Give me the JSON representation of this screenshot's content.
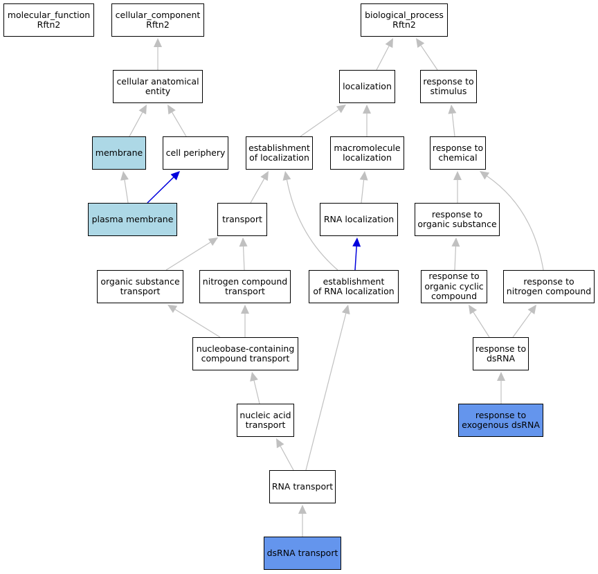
{
  "colors": {
    "edge_default": "#c0c0c0",
    "edge_highlight": "#0000dd",
    "node_fill": "#ffffff",
    "node_light_blue": "#add8e6",
    "node_blue": "#6495ed"
  },
  "nodes": {
    "mf_root": "molecular_function\nRftn2",
    "cc_root": "cellular_component\nRftn2",
    "bp_root": "biological_process\nRftn2",
    "cellular_anatomical_entity": "cellular anatomical\nentity",
    "localization": "localization",
    "response_to_stimulus": "response to\nstimulus",
    "membrane": "membrane",
    "cell_periphery": "cell periphery",
    "establishment_of_localization": "establishment\nof localization",
    "macromolecule_localization": "macromolecule\nlocalization",
    "response_to_chemical": "response to\nchemical",
    "plasma_membrane": "plasma membrane",
    "transport": "transport",
    "rna_localization": "RNA localization",
    "response_to_organic_substance": "response to\norganic substance",
    "organic_substance_transport": "organic substance\ntransport",
    "nitrogen_compound_transport": "nitrogen compound\ntransport",
    "establishment_of_rna_localization": "establishment\nof RNA localization",
    "response_to_organic_cyclic_compound": "response to\norganic cyclic\ncompound",
    "response_to_nitrogen_compound": "response to\nnitrogen compound",
    "nucleobase_containing_compound_transport": "nucleobase-containing\ncompound transport",
    "response_to_dsrna": "response to\ndsRNA",
    "nucleic_acid_transport": "nucleic acid\ntransport",
    "response_to_exogenous_dsrna": "response to\nexogenous dsRNA",
    "rna_transport": "RNA transport",
    "dsrna_transport": "dsRNA transport"
  }
}
